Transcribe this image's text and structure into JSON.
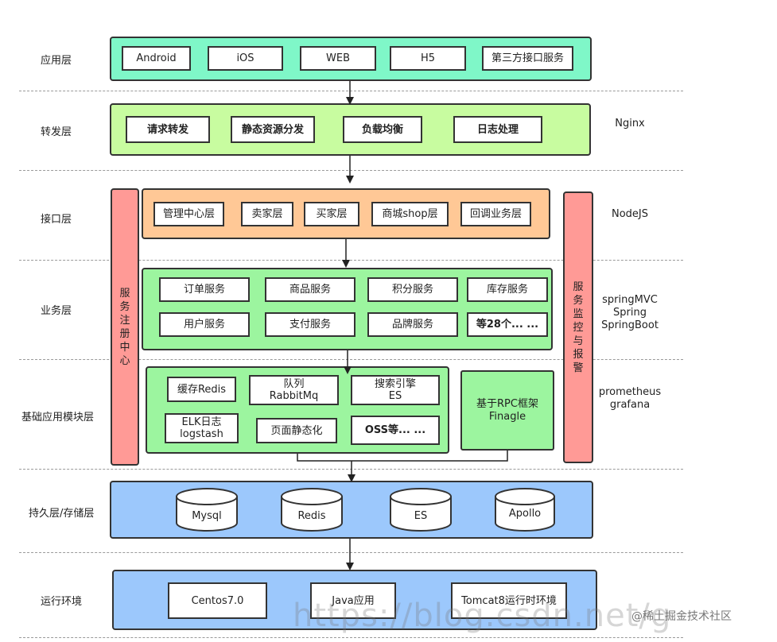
{
  "layers": {
    "app": "应用层",
    "forward": "转发层",
    "interface": "接口层",
    "business": "业务层",
    "base": "基础应用模块层",
    "persist": "持久层/存储层",
    "runtime": "运行环境"
  },
  "app_items": [
    "Android",
    "iOS",
    "WEB",
    "H5",
    "第三方接口服务"
  ],
  "forward_items": [
    "请求转发",
    "静态资源分发",
    "负载均衡",
    "日志处理"
  ],
  "interface_items": [
    "管理中心层",
    "卖家层",
    "买家层",
    "商城shop层",
    "回调业务层"
  ],
  "business_items": [
    "订单服务",
    "商品服务",
    "积分服务",
    "库存服务",
    "用户服务",
    "支付服务",
    "品牌服务",
    "等28个... ..."
  ],
  "base_items": {
    "cache": "缓存Redis",
    "queue_1": "队列",
    "queue_2": "RabbitMq",
    "search_1": "搜索引擎",
    "search_2": "ES",
    "elk_1": "ELK日志",
    "elk_2": "logstash",
    "static_page": "页面静态化",
    "oss": "OSS等... ...",
    "rpc_1": "基于RPC框架",
    "rpc_2": "Finagle"
  },
  "storage_items": [
    "Mysql",
    "Redis",
    "ES",
    "Apollo"
  ],
  "runtime_items": [
    "Centos7.0",
    "Java应用",
    "Tomcat8运行时环境"
  ],
  "side_bars": {
    "registry": "服务注册中心",
    "monitor": "服务监控与报警"
  },
  "tech_labels": {
    "nginx": "Nginx",
    "nodejs": "NodeJS",
    "spring_1": "springMVC",
    "spring_2": "Spring",
    "spring_3": "SpringBoot",
    "prom_1": "prometheus",
    "prom_2": "grafana"
  },
  "watermarks": {
    "url": "https://blog.csdn.net/g",
    "brand": "@稀土掘金技术社区"
  },
  "colors": {
    "app_panel": "#7ff7c8",
    "forward_panel": "#c8fca0",
    "interface_panel": "#ffc896",
    "business_panel": "#9cf59f",
    "base_panel": "#9cf59f",
    "storage_panel": "#9cc8fc",
    "runtime_panel": "#9cc8fc",
    "side_bar": "#ff9a96"
  }
}
